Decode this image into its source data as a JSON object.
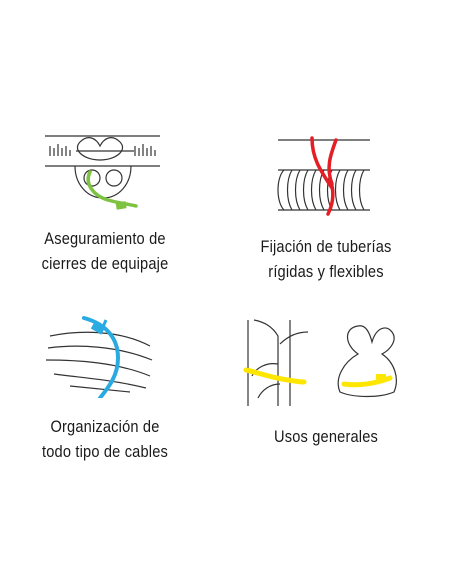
{
  "items": [
    {
      "icon": "luggage-zipper-tie-icon",
      "line1": "Aseguramiento de",
      "line2": "cierres de equipaje",
      "tie_color": "#7dc241"
    },
    {
      "icon": "pipe-tie-icon",
      "line1": "Fijación de tuberías",
      "line2": "rígidas y flexibles",
      "tie_color": "#e31e24"
    },
    {
      "icon": "cable-bundle-tie-icon",
      "line1": "Organización de",
      "line2": "todo tipo de cables",
      "tie_color": "#29abe2"
    },
    {
      "icon": "plant-and-bag-tie-icon",
      "line1": "Usos generales",
      "line2": "",
      "tie_color": "#ffe600"
    }
  ]
}
